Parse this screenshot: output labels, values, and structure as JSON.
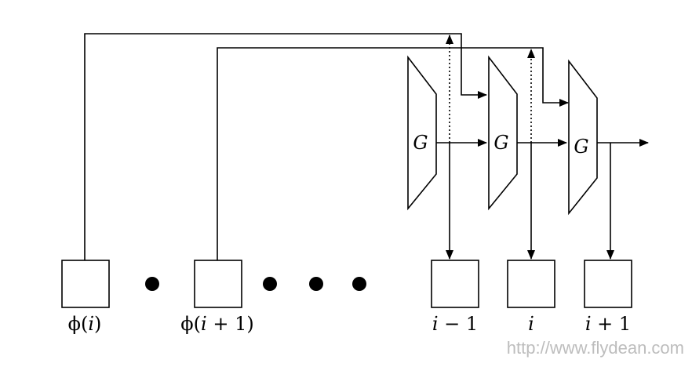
{
  "diagram": {
    "g_label": "G",
    "registers": [
      {
        "prefix": "ϕ(",
        "var": "i",
        "suffix": ")"
      },
      {
        "prefix": "ϕ(",
        "var": "i",
        "suffix": " + 1)"
      },
      {
        "prefix": "",
        "var": "i",
        "suffix": " − 1"
      },
      {
        "prefix": "",
        "var": "i",
        "suffix": ""
      },
      {
        "prefix": "",
        "var": "i",
        "suffix": " + 1"
      }
    ],
    "watermark": "http://www.flydean.com"
  }
}
